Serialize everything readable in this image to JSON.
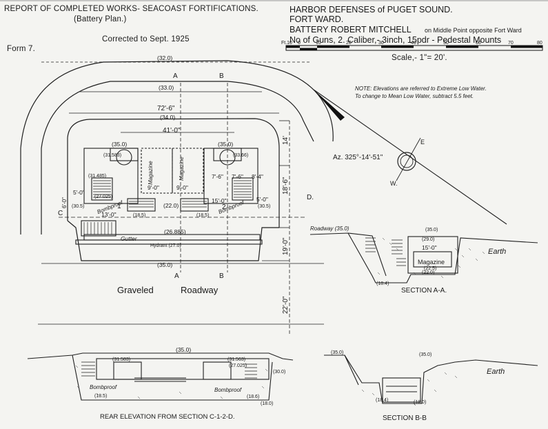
{
  "header": {
    "report_title": "REPORT OF COMPLETED WORKS- SEACOAST FORTIFICATIONS.",
    "plan_type": "(Battery Plan.)",
    "corrected": "Corrected to Sept. 1925",
    "form": "Form 7.",
    "harbor": "HARBOR DEFENSES of PUGET SOUND.",
    "fort": "FORT WARD.",
    "battery_name": "BATTERY ROBERT MITCHELL",
    "battery_location": "on Middle Point opposite Fort Ward",
    "guns_line": "No of Guns, 2. Caliber,- 3inch, 15pdr - Pedestal Mounts",
    "scale_text": "Scale,- 1\"= 20'.",
    "scale_unit": "Ft.10",
    "scale_ticks": [
      "5",
      "0",
      "10",
      "20",
      "30",
      "40",
      "50",
      "60",
      "70",
      "80"
    ]
  },
  "note": {
    "line1": "NOTE: Elevations are referred to Extreme Low Water.",
    "line2": "To change to Mean Low Water, subtract 5.5 feet."
  },
  "plan": {
    "outer_elev": "(32.0)",
    "mid_elev": "(33.0)",
    "inner_elev": "(34.0)",
    "width_total": "72'-6\"",
    "width_inner": "41'-0\"",
    "section_a_top": "A",
    "section_b_top": "B",
    "section_a_bottom": "A",
    "section_b_bottom": "B",
    "emp_left": "(35.0)",
    "emp_right": "(35.0)",
    "emp_left_elev": "(31.583)",
    "emp_right_elev": "(33.66)",
    "magazine_left": "Magazine",
    "magazine_right": "Magazine",
    "mag_dim_left": "9'-0\"",
    "mag_dim_right": "9'-0\"",
    "elev_31485": "(31.485)",
    "elev_27025": "(27.025)",
    "elev_305_left": "(30.5)",
    "elev_305_right": "(30.5)",
    "bombproof_left": "Bombproof",
    "bombproof_right": "Bombproof",
    "bp_dim_left": "13'-0\"",
    "bp_dim_right": "15'-0\"",
    "bp_num_left": "1",
    "bp_num_right": "2",
    "dim_76_a": "7'-6\"",
    "dim_76_b": "7'-6\"",
    "dim_84": "8'-4\"",
    "dim_50_left": "5'-0\"",
    "dim_60_left": "6'-0\"",
    "dim_50_right": "5'-0\"",
    "elev_220": "(22.0)",
    "elev_185": "(18.5)",
    "elev_185b": "(18.5)",
    "elev_26885": "(26.885)",
    "gutter": "Gutter",
    "hydrant": "Hydrant (27.0)",
    "elev_350_bottom": "(35.0)",
    "label_c": "C",
    "label_d": "D.",
    "dim_14": "14'",
    "dim_186": "18'-6\"",
    "dim_190": "19'-0\"",
    "dim_220": "22'-0\"",
    "graveled": "Graveled",
    "roadway": "Roadway"
  },
  "compass": {
    "azimuth": "Az. 325°-14'-51\"",
    "east": "E",
    "west": "W."
  },
  "section_aa": {
    "roadway": "Roadway (35.0)",
    "elev_350": "(35.0)",
    "elev_290": "(29.0)",
    "dim_150": "15'-0\"",
    "magazine": "Magazine",
    "elev_225": "(22.5)",
    "elev_220": "(22.0)",
    "elev_184": "(18.4)",
    "earth": "Earth",
    "title": "SECTION A-A."
  },
  "rear_elevation": {
    "elev_350": "(35.0)",
    "elev_31583": "(31.583)",
    "elev_31563": "(31.563)",
    "elev_27025": "(27.025)",
    "elev_300": "(30.0)",
    "bombproof_left": "Bombproof",
    "bombproof_right": "Bombproof",
    "elev_185": "(18.5)",
    "elev_186": "(18.6)",
    "elev_180": "(18.0)",
    "title": "REAR ELEVATION FROM SECTION C-1-2-D."
  },
  "section_bb": {
    "elev_350_left": "(35.0)",
    "elev_350_right": "(35.0)",
    "earth": "Earth",
    "elev_184": "(18.4)",
    "elev_180": "(18.0)",
    "title": "SECTION B-B"
  }
}
